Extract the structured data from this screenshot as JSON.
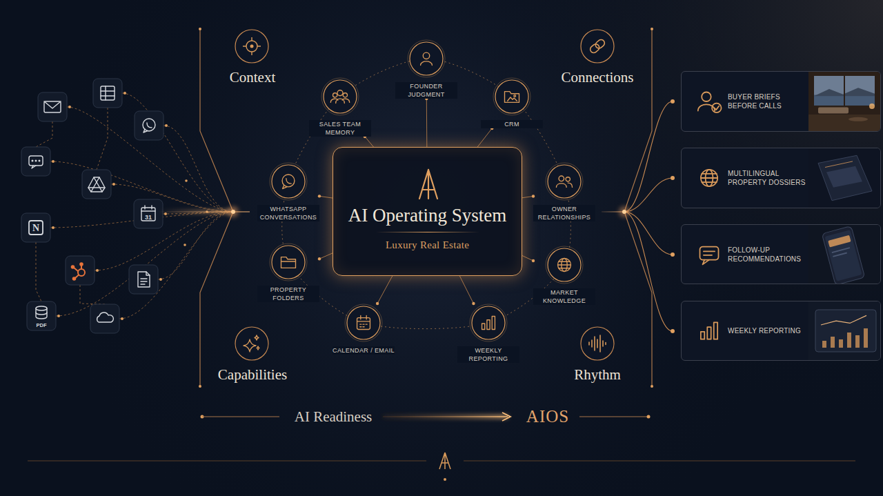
{
  "diagram": {
    "nodes": [
      {
        "text": [
          "AI Operating System",
          "Luxury Real Estate"
        ]
      },
      {
        "text": [
          "FOUNDER JUDGMENT"
        ]
      },
      {
        "text": [
          "SALES TEAM MEMORY"
        ]
      },
      {
        "text": [
          "CRM"
        ]
      },
      {
        "text": [
          "WHATSAPP CONVERSATIONS"
        ]
      },
      {
        "text": [
          "OWNER RELATIONSHIPS"
        ]
      },
      {
        "text": [
          "PROPERTY FOLDERS"
        ]
      },
      {
        "text": [
          "MARKET KNOWLEDGE"
        ]
      },
      {
        "text": [
          "CALENDAR / EMAIL"
        ]
      },
      {
        "text": [
          "WEEKLY REPORTING"
        ]
      },
      {
        "text": [
          "BUYER BRIEFS BEFORE CALLS"
        ]
      },
      {
        "text": [
          "MULTILINGUAL PROPERTY DOSSIERS"
        ]
      },
      {
        "text": [
          "FOLLOW-UP RECOMMENDATIONS"
        ]
      },
      {
        "text": [
          "WEEKLY REPORTING"
        ]
      }
    ],
    "edges": [
      {
        "from": 0,
        "to": 1,
        "arrow": "none"
      },
      {
        "from": 0,
        "to": 2,
        "arrow": "none"
      },
      {
        "from": 0,
        "to": 3,
        "arrow": "none"
      },
      {
        "from": 0,
        "to": 4,
        "arrow": "none"
      },
      {
        "from": 0,
        "to": 5,
        "arrow": "none"
      },
      {
        "from": 0,
        "to": 6,
        "arrow": "none"
      },
      {
        "from": 0,
        "to": 7,
        "arrow": "none"
      },
      {
        "from": 0,
        "to": 8,
        "arrow": "none"
      },
      {
        "from": 0,
        "to": 9,
        "arrow": "none"
      }
    ],
    "labels": [
      "31",
      "N",
      "PDF",
      "Context",
      "Connections",
      "Capabilities",
      "Rhythm",
      "AI Readiness",
      "AIOS"
    ]
  }
}
